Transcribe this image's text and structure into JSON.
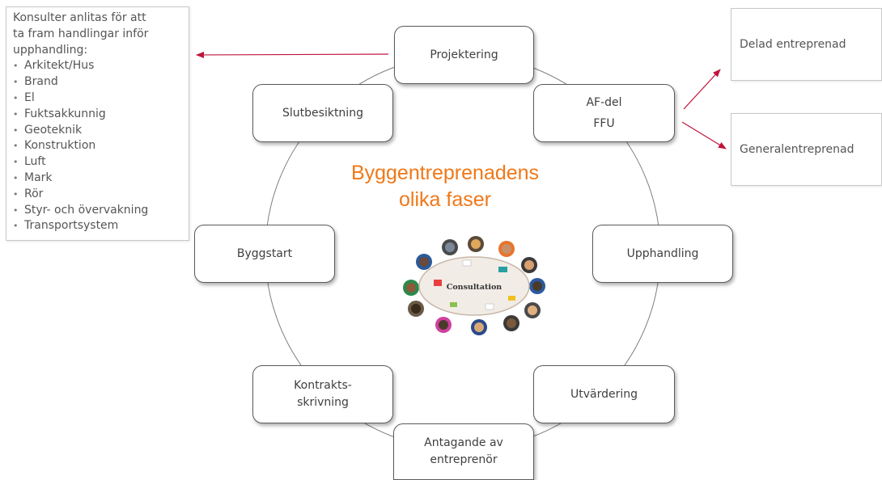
{
  "title": {
    "line1": "Byggentreprenadens",
    "line2": "olika faser",
    "color": "#f07818"
  },
  "phases": [
    {
      "id": "projektering",
      "lines": [
        "Projektering"
      ]
    },
    {
      "id": "af-del",
      "lines": [
        "AF-del",
        "FFU"
      ]
    },
    {
      "id": "upphandling",
      "lines": [
        "Upphandling"
      ]
    },
    {
      "id": "utvardering",
      "lines": [
        "Utvärdering"
      ]
    },
    {
      "id": "antagande",
      "lines": [
        "Antagande av",
        "entreprenör"
      ]
    },
    {
      "id": "kontraktsskrivning",
      "lines": [
        "Kontrakts-",
        "skrivning"
      ]
    },
    {
      "id": "byggstart",
      "lines": [
        "Byggstart"
      ]
    },
    {
      "id": "slutbesiktning",
      "lines": [
        "Slutbesiktning"
      ]
    }
  ],
  "consultants": {
    "intro": "Konsulter anlitas för att\nta fram handlingar inför\nupphandling:",
    "items": [
      "Arkitekt/Hus",
      "Brand",
      "El",
      "Fuktsakkunnig",
      "Geoteknik",
      "Konstruktion",
      "Luft",
      "Mark",
      "Rör",
      "Styr- och övervakning",
      "Transportsystem"
    ]
  },
  "contract_types": {
    "delad": "Delad entreprenad",
    "general": "Generalentreprenad"
  },
  "illustration": {
    "label": "Consultation",
    "icon": "meeting-table-icon"
  },
  "colors": {
    "arrow": "#c0143c",
    "circle": "#7f7f7f",
    "box_border": "#5a5a5a"
  }
}
